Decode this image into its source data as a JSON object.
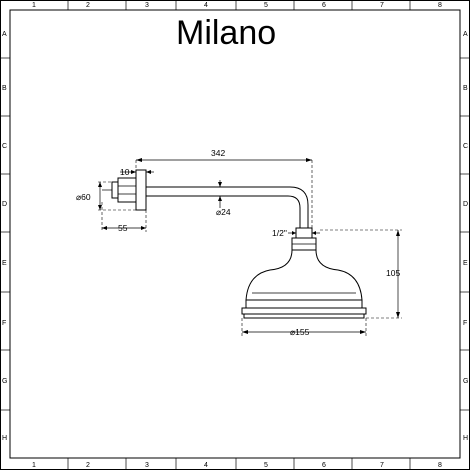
{
  "title_block": {
    "brand": "Milano"
  },
  "grid": {
    "columns": [
      "1",
      "2",
      "3",
      "4",
      "5",
      "6",
      "7",
      "8"
    ],
    "rows": [
      "A",
      "B",
      "C",
      "D",
      "E",
      "F",
      "G",
      "H"
    ]
  },
  "dimensions": {
    "arm_length": "342",
    "wall_plate_thickness": "10",
    "flange_diameter": "⌀60",
    "flange_depth": "55",
    "arm_diameter": "⌀24",
    "thread_size": "1/2\"",
    "head_height": "105",
    "head_diameter": "⌀155"
  }
}
